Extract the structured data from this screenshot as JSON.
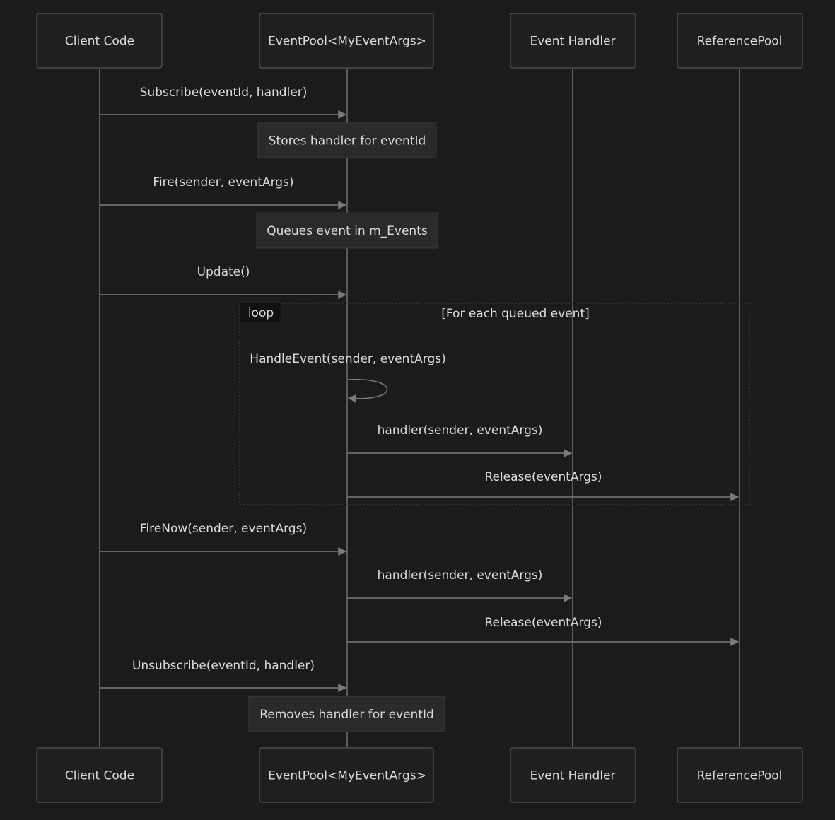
{
  "participants": [
    {
      "id": "client",
      "label": "Client Code"
    },
    {
      "id": "pool",
      "label": "EventPool<MyEventArgs>"
    },
    {
      "id": "handler",
      "label": "Event Handler"
    },
    {
      "id": "refpool",
      "label": "ReferencePool"
    }
  ],
  "messages": [
    {
      "from": "client",
      "to": "pool",
      "label": "Subscribe(eventId, handler)"
    },
    {
      "from": "client",
      "to": "pool",
      "label": "Fire(sender, eventArgs)"
    },
    {
      "from": "client",
      "to": "pool",
      "label": "Update()"
    },
    {
      "from": "pool",
      "to": "pool",
      "label": "HandleEvent(sender, eventArgs)"
    },
    {
      "from": "pool",
      "to": "handler",
      "label": "handler(sender, eventArgs)"
    },
    {
      "from": "pool",
      "to": "refpool",
      "label": "Release(eventArgs)"
    },
    {
      "from": "client",
      "to": "pool",
      "label": "FireNow(sender, eventArgs)"
    },
    {
      "from": "pool",
      "to": "handler",
      "label": "handler(sender, eventArgs)"
    },
    {
      "from": "pool",
      "to": "refpool",
      "label": "Release(eventArgs)"
    },
    {
      "from": "client",
      "to": "pool",
      "label": "Unsubscribe(eventId, handler)"
    }
  ],
  "notes": [
    {
      "over": "pool",
      "text": "Stores handler for eventId"
    },
    {
      "over": "pool",
      "text": "Queues event in m_Events"
    },
    {
      "over": "pool",
      "text": "Removes handler for eventId"
    }
  ],
  "loop": {
    "keyword": "loop",
    "condition": "[For each queued event]"
  },
  "colors": {
    "background": "#1b1b1c",
    "box_fill": "#1f1f20",
    "box_stroke": "#4a4a4a",
    "lifeline": "#5a5a5a",
    "arrow": "#7a7a7a",
    "text": "#dcdcdc",
    "note_fill": "#2a2a2a"
  }
}
